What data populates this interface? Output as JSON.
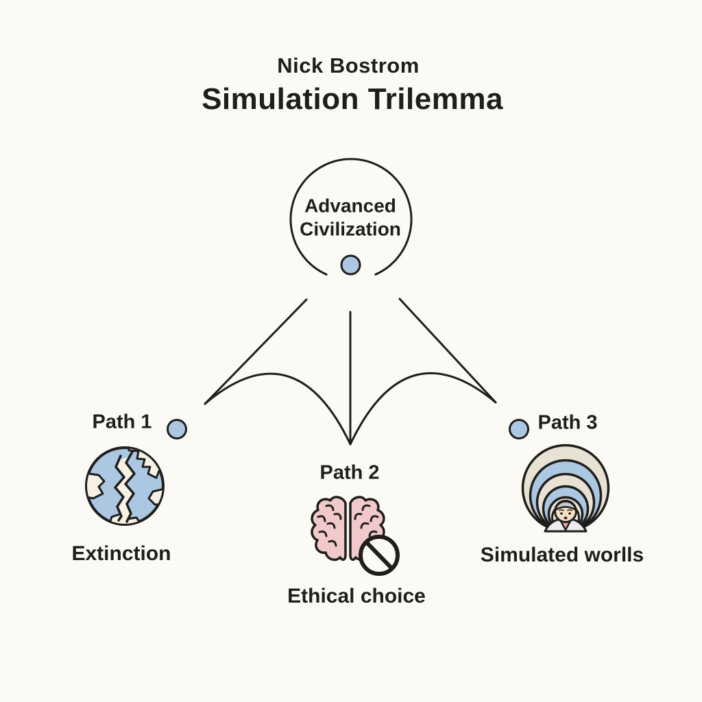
{
  "title": {
    "author": "Nick Bostrom",
    "name": "Simulation Trilemma"
  },
  "root_node": {
    "label_line1": "Advanced",
    "label_line2": "Civilization"
  },
  "paths": [
    {
      "label": "Path 1",
      "outcome": "Extinction",
      "icon": "cracked-earth-globe-icon"
    },
    {
      "label": "Path 2",
      "outcome": "Ethical choice",
      "icon": "brain-prohibition-icon"
    },
    {
      "label": "Path 3",
      "outcome": "Simulated worlls",
      "icon": "nested-simulation-rings-person-icon"
    }
  ],
  "colors": {
    "background": "#FBFAF4",
    "ink": "#1F1E1C",
    "accent_blue": "#ABC7E2",
    "beige": "#E8E2D4",
    "brain_pink": "#F2C9CB",
    "skin": "#F6DEC3",
    "collar_pink": "#F0A9AC",
    "hair_gray": "#C8CBCE",
    "hood_gray": "#EBECEE",
    "continent_cream": "#F6F1E4"
  }
}
